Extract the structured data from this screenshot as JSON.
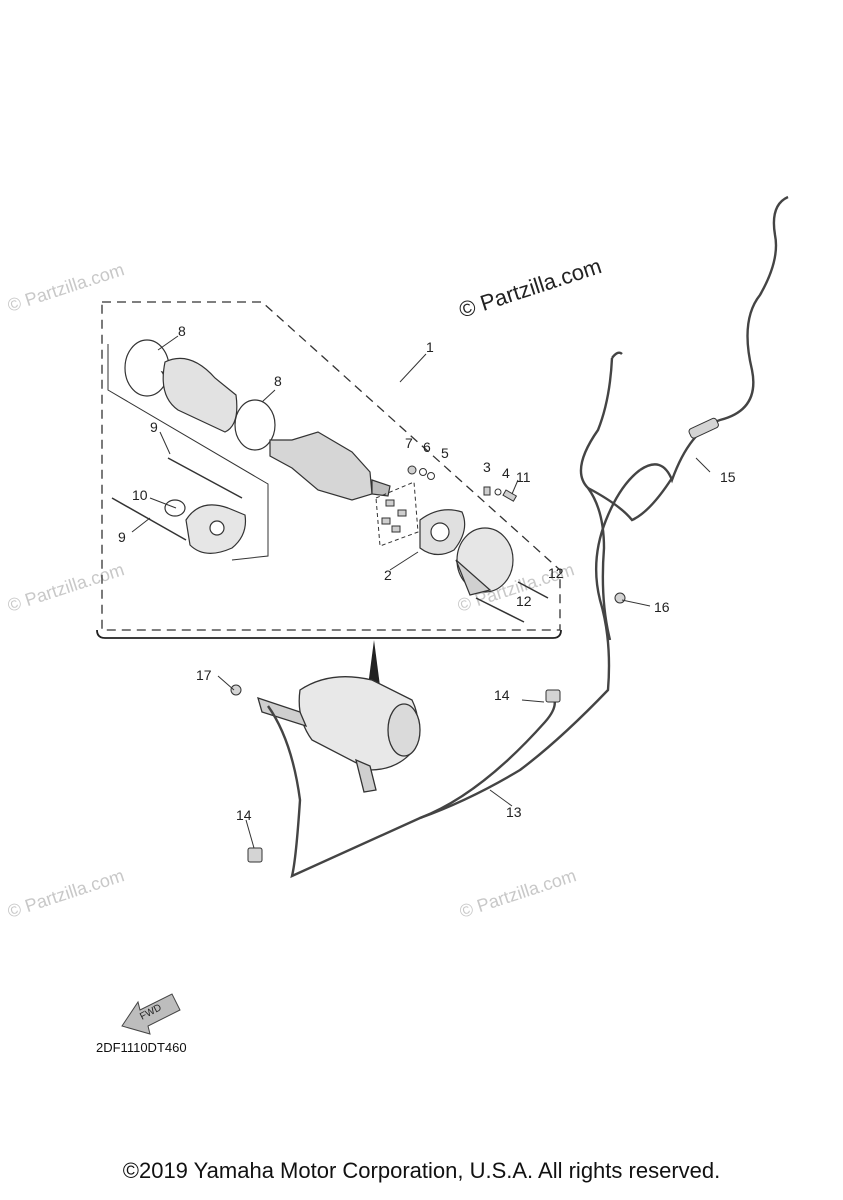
{
  "watermarks": {
    "main": "© Partzilla.com",
    "faint": "© Partzilla.com"
  },
  "callouts": [
    "1",
    "2",
    "3",
    "4",
    "5",
    "6",
    "7",
    "8",
    "8",
    "9",
    "9",
    "10",
    "11",
    "12",
    "12",
    "13",
    "14",
    "14",
    "15",
    "16",
    "17"
  ],
  "arrow_label": "FWD",
  "drawing_code": "2DF1110DT460",
  "copyright": "©2019 Yamaha Motor Corporation, U.S.A. All rights reserved.",
  "colors": {
    "line": "#333333",
    "watermark": "#c8c8c8"
  }
}
